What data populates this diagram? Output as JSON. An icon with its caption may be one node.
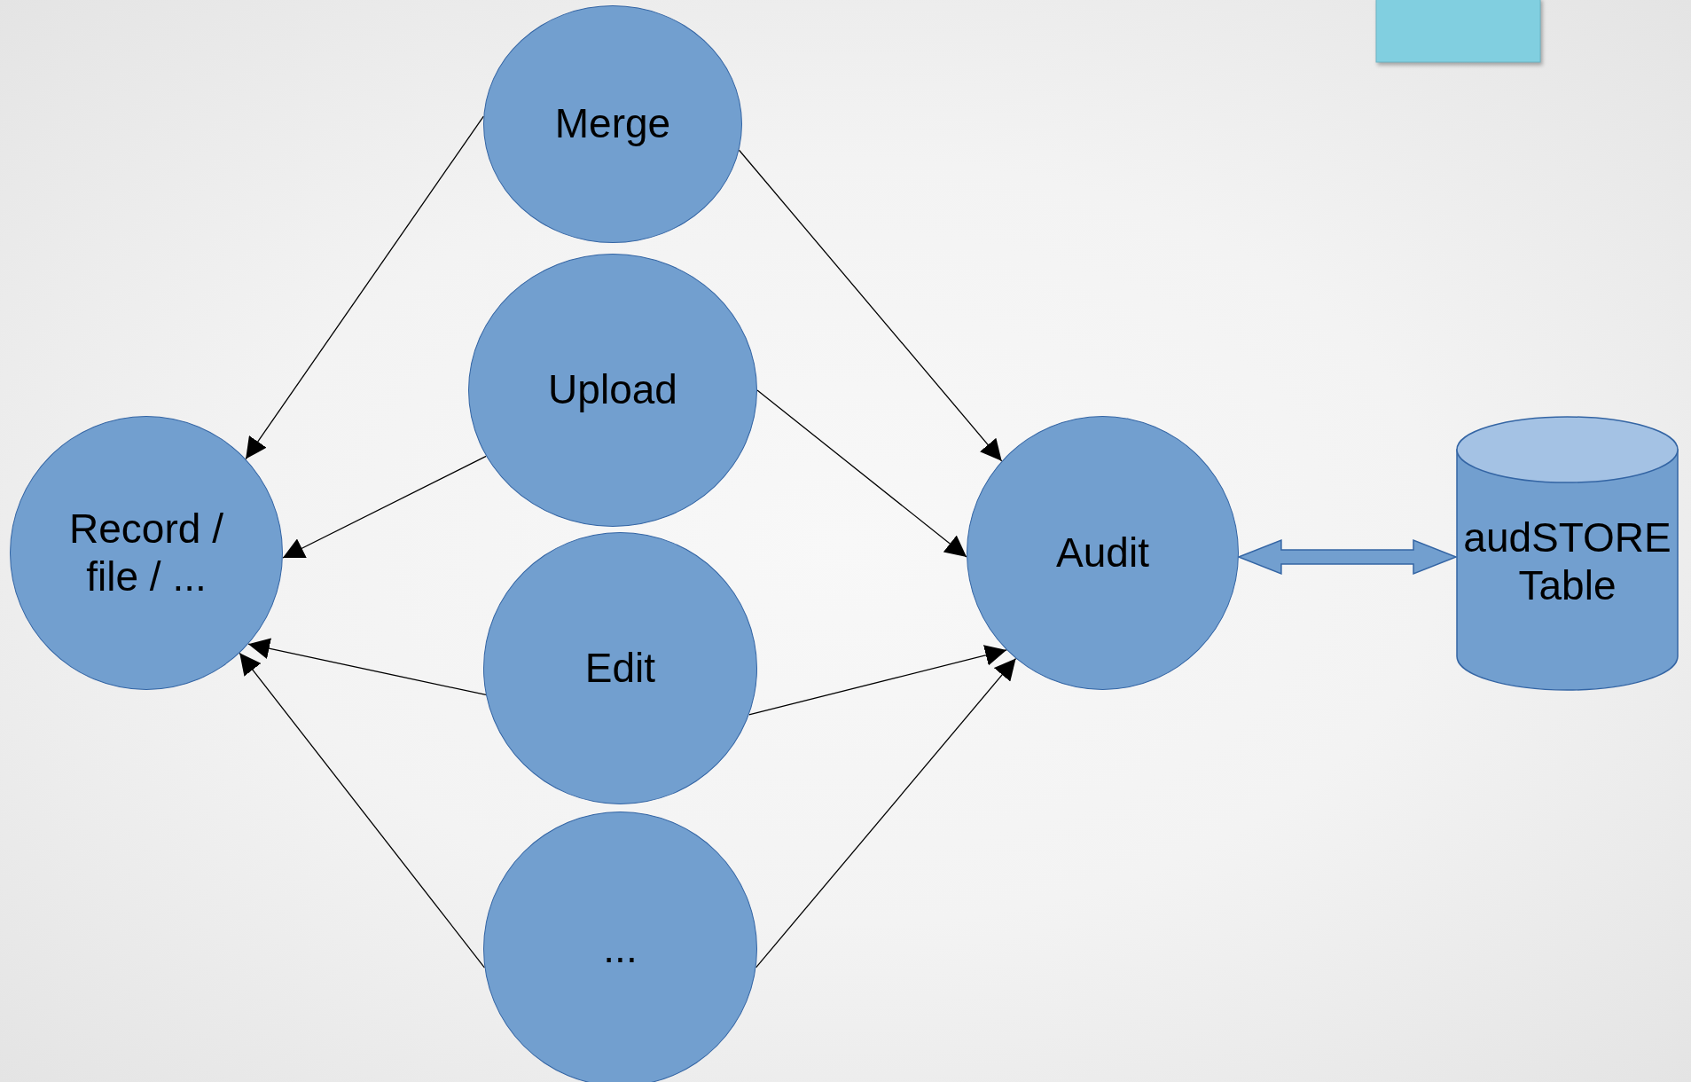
{
  "diagram": {
    "nodes": [
      {
        "text": [
          "Merge"
        ]
      },
      {
        "text": [
          "Upload"
        ]
      },
      {
        "text": [
          "Edit"
        ]
      },
      {
        "text": [
          "..."
        ]
      },
      {
        "text": [
          "Record / file / ..."
        ]
      },
      {
        "text": [
          "Audit"
        ]
      },
      {
        "text": [
          "audSTORE Table"
        ]
      }
    ],
    "edges": [
      {
        "from": 0,
        "to": 4,
        "arrow": "to"
      },
      {
        "from": 0,
        "to": 5,
        "arrow": "to"
      },
      {
        "from": 1,
        "to": 4,
        "arrow": "to"
      },
      {
        "from": 1,
        "to": 5,
        "arrow": "to"
      },
      {
        "from": 2,
        "to": 4,
        "arrow": "to"
      },
      {
        "from": 2,
        "to": 5,
        "arrow": "to"
      },
      {
        "from": 3,
        "to": 4,
        "arrow": "to"
      },
      {
        "from": 3,
        "to": 5,
        "arrow": "to"
      },
      {
        "from": 5,
        "to": 6,
        "arrow": "both",
        "style": "thick",
        "color": "#729fcf"
      }
    ]
  }
}
